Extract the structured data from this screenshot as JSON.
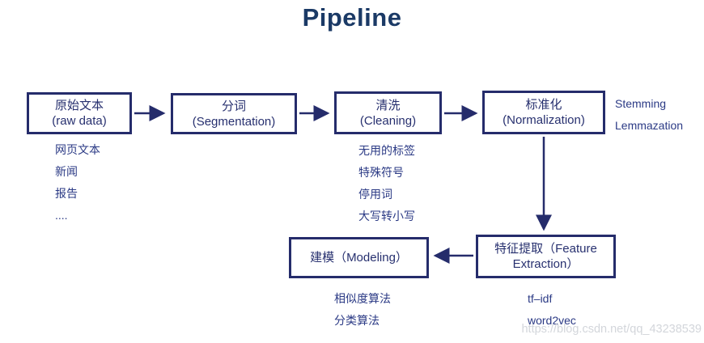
{
  "title": "Pipeline",
  "colors": {
    "box_border": "#252c6b",
    "box_text": "#27306f",
    "list_text": "#2b3a85",
    "title_text": "#1b3a66",
    "arrow": "#252c6b",
    "watermark_text": "#d3d6db"
  },
  "nodes": {
    "raw_data": {
      "line1": "原始文本",
      "line2": "(raw data)"
    },
    "segmentation": {
      "line1": "分词",
      "line2": "(Segmentation)"
    },
    "cleaning": {
      "line1": "清洗",
      "line2": "(Cleaning)"
    },
    "normalization": {
      "line1": "标准化",
      "line2": "(Normalization)"
    },
    "feature_extraction": {
      "line1": "特征提取（Feature",
      "line2": "Extraction）"
    },
    "modeling": {
      "line1": "建模（Modeling）"
    }
  },
  "annotations": {
    "raw_data_examples": [
      "网页文本",
      "新闻",
      "报告",
      "...."
    ],
    "cleaning_steps": [
      "无用的标签",
      "特殊符号",
      "停用词",
      "大写转小写"
    ],
    "normalization_methods": [
      "Stemming",
      "Lemmazation"
    ],
    "modeling_methods": [
      "相似度算法",
      "分类算法"
    ],
    "feature_extraction_methods": [
      "tf–idf",
      "word2vec"
    ]
  },
  "watermark": "https://blog.csdn.net/qq_43238539"
}
